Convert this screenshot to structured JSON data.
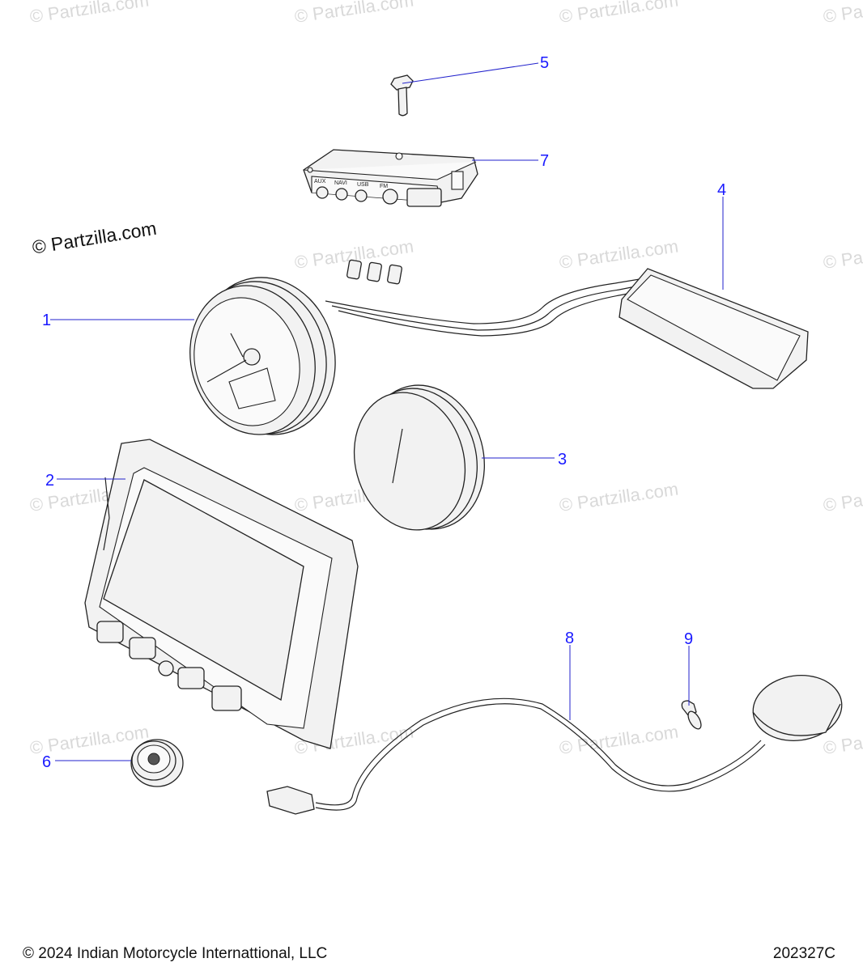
{
  "watermark": "© Partzilla.com",
  "callouts": [
    "1",
    "2",
    "3",
    "4",
    "5",
    "6",
    "7",
    "8",
    "9"
  ],
  "module_labels": [
    "AUX",
    "NAVI",
    "USB",
    "FM"
  ],
  "footer": {
    "copyright": "© 2024 Indian Motorcycle Internattional, LLC",
    "code": "202327C"
  },
  "colors": {
    "callout": "#1a1aff",
    "leader": "#2222cc",
    "watermark": "#d9d9d9"
  }
}
